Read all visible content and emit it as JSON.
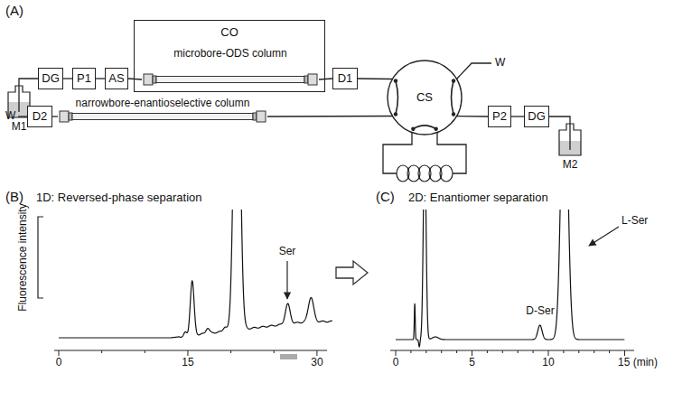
{
  "diagram": {
    "nodes": [
      {
        "text": [
          "DG"
        ]
      },
      {
        "text": [
          "P1"
        ]
      },
      {
        "text": [
          "AS"
        ]
      },
      {
        "text": [
          "CO"
        ]
      },
      {
        "text": [
          "microbore-ODS column"
        ],
        "in": 3
      },
      {
        "text": [
          "D1"
        ]
      },
      {
        "text": [
          "CS"
        ]
      },
      {
        "text": [
          "D2"
        ]
      },
      {
        "text": [
          "narrowbore-enantioselective column"
        ]
      },
      {
        "text": [
          "P2"
        ]
      },
      {
        "text": [
          "DG"
        ]
      }
    ],
    "edges": [
      {
        "from": 0,
        "to": 1,
        "arrow": "none"
      },
      {
        "from": 1,
        "to": 2,
        "arrow": "none"
      },
      {
        "from": 2,
        "to": 4,
        "arrow": "none"
      },
      {
        "from": 4,
        "to": 5,
        "arrow": "none"
      },
      {
        "from": 5,
        "to": 6,
        "arrow": "none"
      },
      {
        "from": 6,
        "to": 8,
        "arrow": "none"
      },
      {
        "from": 8,
        "to": 7,
        "arrow": "none"
      },
      {
        "from": 10,
        "to": 9,
        "arrow": "none"
      },
      {
        "from": 9,
        "to": 6,
        "arrow": "none"
      }
    ],
    "labels": [
      "(A)",
      "M1",
      "W",
      "W",
      "M2",
      "(B)",
      "1D: Reversed-phase separation",
      "Fluorescence intensity",
      "Ser",
      "0",
      "15",
      "30",
      "(C)",
      "2D: Enantiomer separation",
      "D-Ser",
      "L-Ser",
      "0",
      "5",
      "10",
      "15 (min)"
    ]
  }
}
